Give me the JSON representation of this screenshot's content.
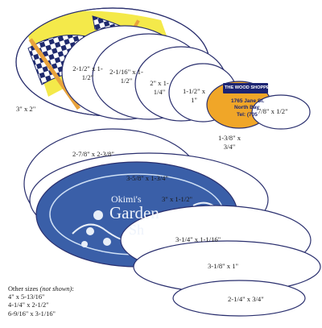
{
  "ovals_top": [
    "3\" x 2\"",
    "2-1/2\" x 1-1/2\"",
    "2-1/16\" x 1-1/2\"",
    "2\" x 1-1/4\"",
    "1-1/2\" x 1\"",
    "7/8\" x 1/2\"",
    "1-3/8\" x 3/4\""
  ],
  "ovals_bottom": [
    "2-7/8\" x 2-3/8\"",
    "3-5/8\" x 1-3/4\"",
    "3\" x 1-1/2\"",
    "3-1/4\" x 1-1/16\"",
    "3-1/8\" x 1\"",
    "2-1/4\" x 3/4\""
  ],
  "sample_wood_shoppe": {
    "name": "THE WOOD SHOPPE",
    "address_line1": "1765 Jane St.",
    "address_line2": "North Bay",
    "phone": "Tel: (705"
  },
  "sample_garden": {
    "line1": "Okimi's",
    "line2": "Garden",
    "line3": "Sh"
  },
  "other_sizes": {
    "heading": "Other sizes",
    "heading_note": "(not shown)",
    "sizes": [
      "4\" x 5-13/16\"",
      "4-1/4\" x 2-1/2\"",
      "6-9/16\" x 3-1/16\""
    ]
  },
  "colors": {
    "outline": "#2a2f6e",
    "flag_yellow": "#f4e94a",
    "flag_checker": "#1f2a6e",
    "pole_orange": "#e8a23c",
    "badge_orange": "#f0a628",
    "badge_navy": "#1c2472",
    "garden_blue": "#3a5fa8"
  }
}
